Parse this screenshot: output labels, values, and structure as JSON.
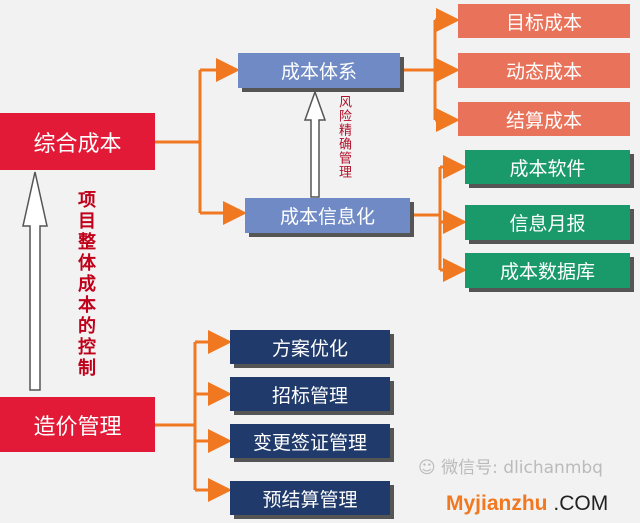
{
  "root": {
    "top": "综合成本",
    "bottom": "造价管理"
  },
  "mid": {
    "system": "成本体系",
    "info": "成本信息化"
  },
  "system_children": [
    "目标成本",
    "动态成本",
    "结算成本"
  ],
  "info_children": [
    "成本软件",
    "信息月报",
    "成本数据库"
  ],
  "cost_children": [
    "方案优化",
    "招标管理",
    "变更签证管理",
    "预结算管理"
  ],
  "labels": {
    "left_vertical": "项目整体成本的控制",
    "mid_vertical": "风险精确管理"
  },
  "watermark": {
    "wechat": "微信号: dlichanmbq",
    "brand": "Myjianzhu",
    "brand_suffix": ".COM"
  },
  "colors": {
    "red": "#e21a37",
    "blue": "#6f8ac4",
    "orange": "#e8735a",
    "green": "#1a9a6a",
    "navy": "#1f3a6b",
    "connector": "#f07820"
  }
}
